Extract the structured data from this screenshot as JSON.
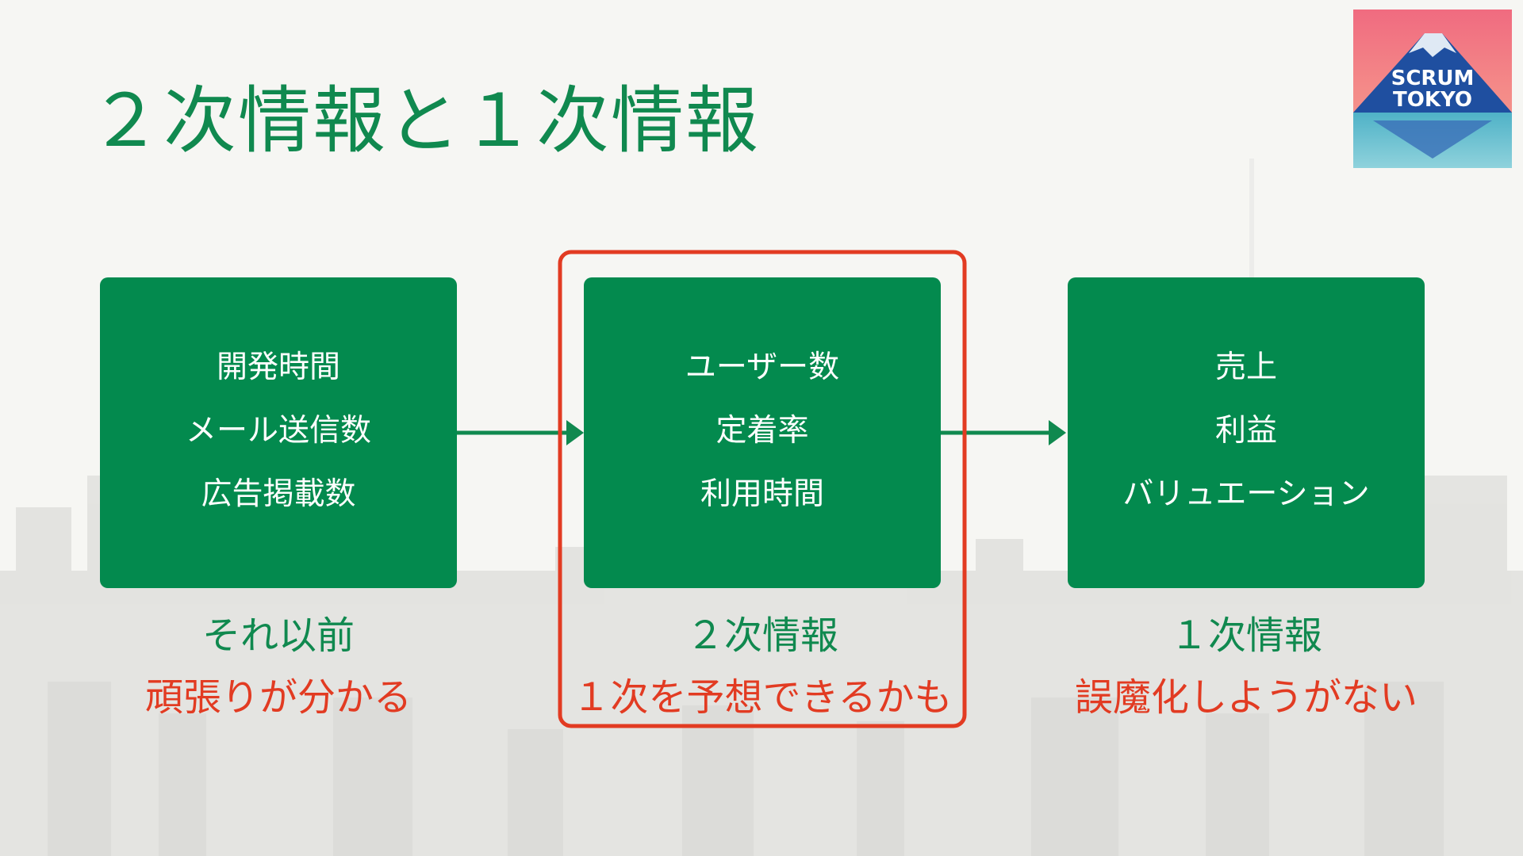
{
  "slide": {
    "title": "２次情報と１次情報"
  },
  "logo": {
    "line1": "SCRUM",
    "line2": "TOKYO"
  },
  "boxes": [
    {
      "items": [
        "開発時間",
        "メール送信数",
        "広告掲載数"
      ],
      "caption": "それ以前",
      "note": "頑張りが分かる"
    },
    {
      "items": [
        "ユーザー数",
        "定着率",
        "利用時間"
      ],
      "caption": "２次情報",
      "note": "１次を予想できるかも"
    },
    {
      "items": [
        "売上",
        "利益",
        "バリュエーション"
      ],
      "caption": "１次情報",
      "note": "誤魔化しようがない"
    }
  ],
  "colors": {
    "accent_green": "#10894f",
    "box_green": "#038a4e",
    "highlight_red": "#e23b22",
    "background": "#f6f6f3"
  }
}
